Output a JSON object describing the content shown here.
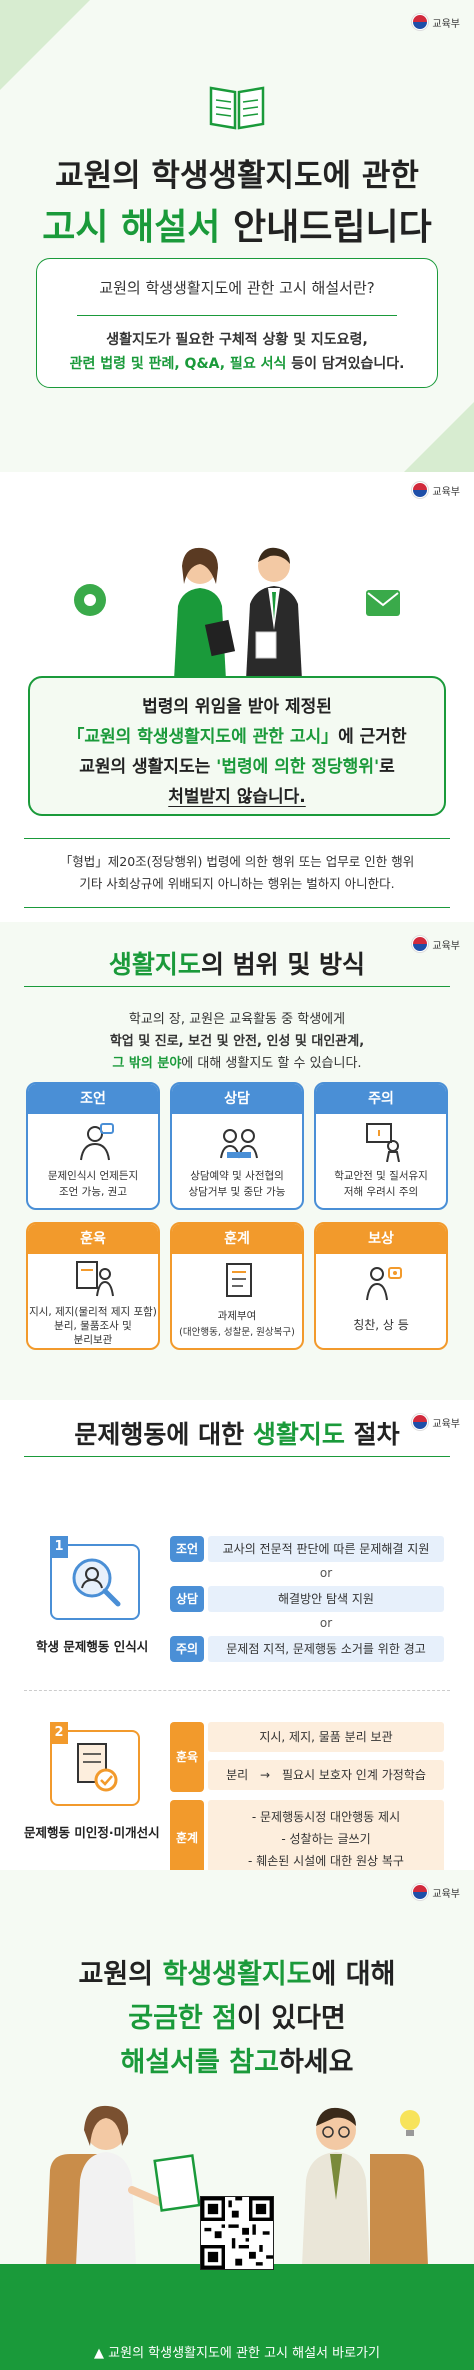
{
  "ministry": "교육부",
  "colors": {
    "green": "#1a9a3a",
    "blue": "#4a8fd6",
    "orange": "#f29a2c"
  },
  "s1": {
    "title_line1": "교원의 학생생활지도에 관한",
    "title_line2_green": "고시 해설서",
    "title_line2_rest": " 안내드립니다",
    "question": "교원의 학생생활지도에 관한 고시 해설서란?",
    "answer_line1_green": "생활지도가 필요한 구체적 상황 및 지도요령,",
    "answer_line2_green": "관련 법령 및 판례, Q&A, 필요 서식",
    "answer_line2_rest": " 등이 담겨있습니다."
  },
  "s2": {
    "law_l1": "법령의 위임을 받아 제정된",
    "law_l2_green": "「교원의 학생생활지도에 관한 고시」",
    "law_l2_rest": "에 근거한",
    "law_l3_pre": "교원의 생활지도는 ",
    "law_l3_green": "'법령에 의한 정당행위'",
    "law_l3_post": "로",
    "law_l4": "처벌받지 않습니다.",
    "note_l1": "「형법」제20조(정당행위) 법령에 의한 행위 또는 업무로 인한 행위",
    "note_l2": "기타 사회상규에 위배되지 아니하는 행위는 벌하지 아니한다."
  },
  "s3": {
    "title_green": "생활지도",
    "title_rest": "의 범위 및 방식",
    "intro_l1": "학교의 장, 교원은 교육활동 중 학생에게",
    "intro_l2": "학업 및 진로, 보건 및 안전, 인성 및 대인관계,",
    "intro_l3_green": "그 밖의 분야",
    "intro_l3_rest": "에 대해 생활지도 할 수 있습니다.",
    "cards": [
      {
        "title": "조언",
        "l1": "문제인식시 언제든지",
        "l2": "조언 가능, 권고"
      },
      {
        "title": "상담",
        "l1": "상담예약 및 사전협의",
        "l2": "상담거부 및 중단 가능"
      },
      {
        "title": "주의",
        "l1": "학교안전 및 질서유지",
        "l2": "저해 우려시 주의"
      },
      {
        "title": "훈육",
        "l1": "지시, 제지(물리적 제지 포함)",
        "l2": "분리, 물품조사 및",
        "l3": "분리보관"
      },
      {
        "title": "훈계",
        "l1": "과제부여",
        "l2": "(대안행동, 성찰문, 원상복구)"
      },
      {
        "title": "보상",
        "l1": "칭찬, 상 등"
      }
    ]
  },
  "s4": {
    "title_pre": "문제행동에 대한 ",
    "title_green": "생활지도",
    "title_post": " 절차",
    "step1_num": "1",
    "step1_label": "학생 문제행동 인식시",
    "row_advice_tag": "조언",
    "row_advice": "교사의 전문적 판단에 따른 문제해결 지원",
    "or": "or",
    "row_counsel_tag": "상담",
    "row_counsel": "해결방안 탐색 지원",
    "row_caution_tag": "주의",
    "row_caution": "문제점 지적, 문제행동 소거를 위한 경고",
    "step2_num": "2",
    "step2_label": "문제행동 미인정·미개선시",
    "disc_tag": "훈육",
    "disc_row1": "지시, 제지, 물품 분리 보관",
    "disc_row2_a": "분리",
    "disc_row2_arrow": "→",
    "disc_row2_b": "필요시 보호자 인계 가정학습",
    "adm_tag": "훈계",
    "adm_row1": "- 문제행동시정 대안행동 제시",
    "adm_row2": "- 성찰하는 글쓰기",
    "adm_row3": "- 훼손된 시설에 대한 원상 복구"
  },
  "s5": {
    "l1_pre": "교원의 ",
    "l1_green": "학생생활지도",
    "l1_post": "에 대해",
    "l2_green": "궁금한 점",
    "l2_post": "이 있다면",
    "l3_green": "해설서를 참고",
    "l3_post": "하세요",
    "link": "▲ 교원의 학생생활지도에 관한 고시 해설서 바로가기"
  }
}
